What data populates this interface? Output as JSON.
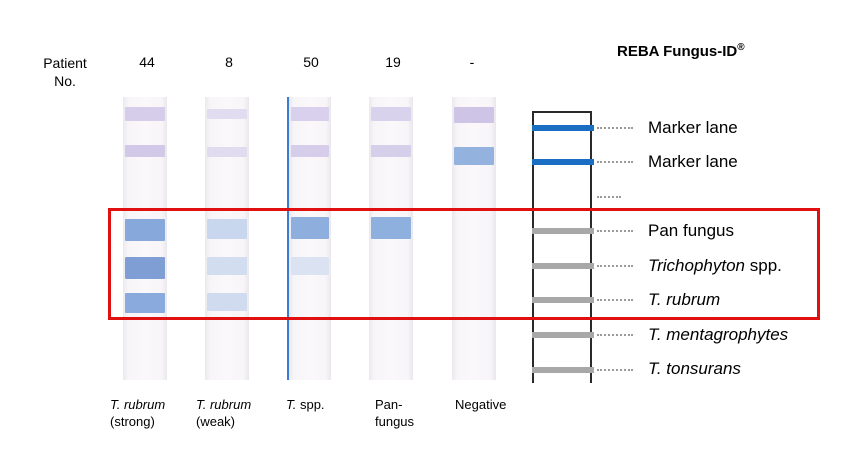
{
  "header": {
    "patient_label_line1": "Patient",
    "patient_label_line2": "No.",
    "title": "REBA Fungus-ID",
    "title_mark": "®"
  },
  "strips": [
    {
      "patient": "44",
      "caption_line1": "T. rubrum",
      "caption_line1_italic": true,
      "caption_line2": "(strong)"
    },
    {
      "patient": "8",
      "caption_line1": "T. rubrum",
      "caption_line1_italic": true,
      "caption_line2": "(weak)"
    },
    {
      "patient": "50",
      "caption_line1_italic_part": "T.",
      "caption_line1_rest": " spp."
    },
    {
      "patient": "19",
      "caption_line1": "Pan-",
      "caption_line2": "fungus"
    },
    {
      "patient": "-",
      "caption_line1": "Negative"
    }
  ],
  "legend": {
    "lines": [
      {
        "label": "Marker lane",
        "color": "#1a6fc4"
      },
      {
        "label": "Marker lane",
        "color": "#1a6fc4"
      },
      {
        "label": "",
        "color": ""
      },
      {
        "label": "Pan fungus",
        "color": "#a8a8a8"
      },
      {
        "label_italic": "Trichophyton",
        "label_rest": " spp.",
        "color": "#a8a8a8"
      },
      {
        "label": "T. rubrum",
        "italic": true,
        "color": "#a8a8a8"
      },
      {
        "label": "T. mentagrophytes",
        "italic": true,
        "color": "#a8a8a8"
      },
      {
        "label": "T. tonsurans",
        "italic": true,
        "color": "#a8a8a8"
      }
    ]
  },
  "colors": {
    "marker_band": "#1a6fc4",
    "gray_band": "#a8a8a8",
    "highlight_box": "#e01010",
    "strip_purple_band": "#cdc2e6",
    "strip_blue_band": "#7fa4d8"
  }
}
